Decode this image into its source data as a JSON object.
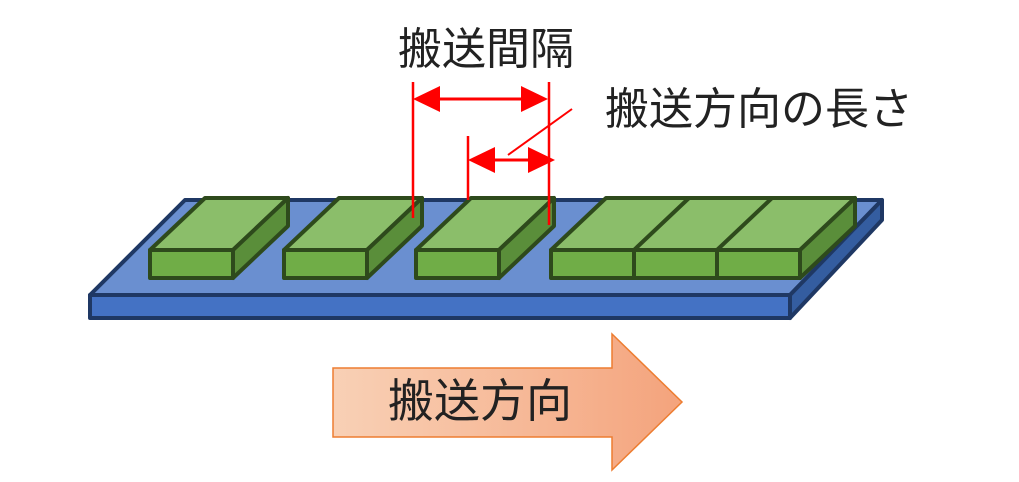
{
  "labels": {
    "transport_interval": "搬送間隔",
    "length_in_transport_direction": "搬送方向の長さ",
    "transport_direction": "搬送方向"
  },
  "colors": {
    "belt_top": "#6A8FD0",
    "belt_front": "#4472C4",
    "belt_side": "#345DA0",
    "belt_border": "#1F3864",
    "box_top": "#8BBE6A",
    "box_front": "#70AD47",
    "box_side": "#5A8E3A",
    "box_border": "#2E4A1C",
    "dimension": "#FF0000",
    "arrow_fill": "#F4B183",
    "arrow_border": "#ED7D31"
  }
}
